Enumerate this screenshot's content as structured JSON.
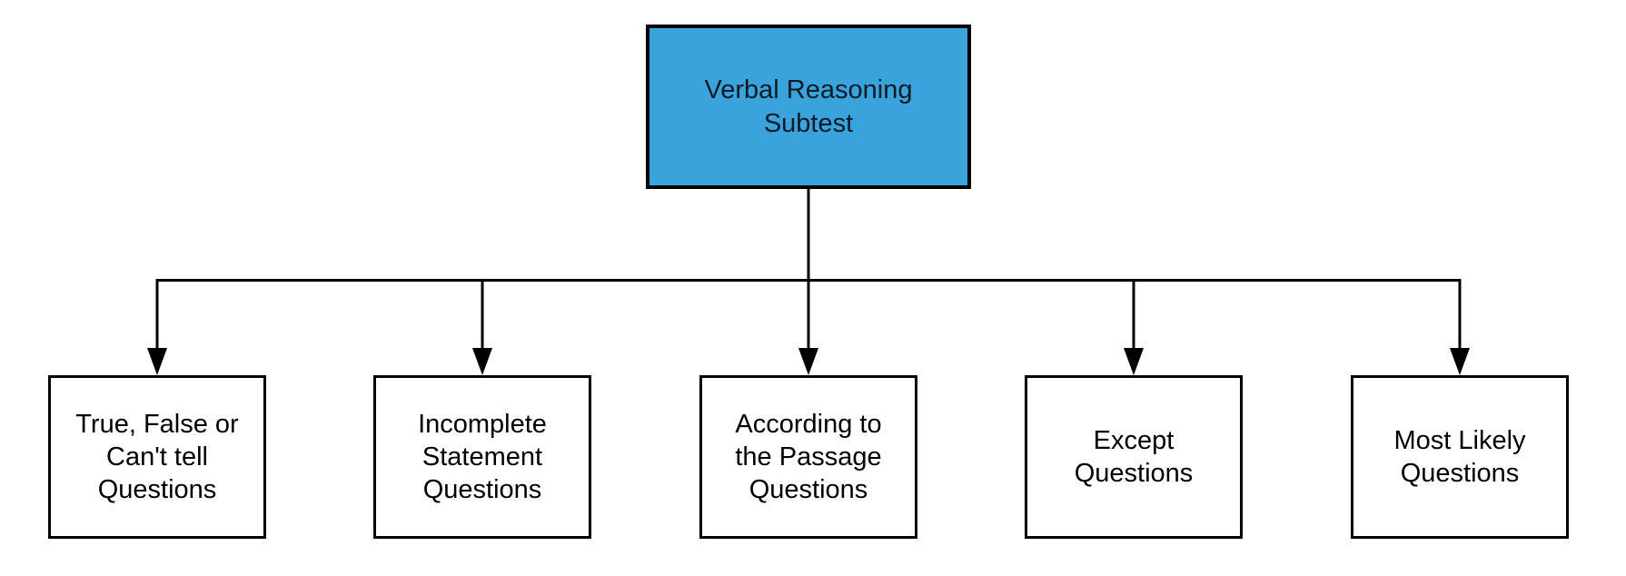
{
  "colors": {
    "background": "#FFFFFF",
    "root_fill": "#3BA3DC",
    "root_border": "#000000",
    "root_text": "#0D1B26",
    "child_fill": "#FFFFFF",
    "child_border": "#000000",
    "child_text": "#000000",
    "connector": "#000000"
  },
  "root_node": {
    "label": "Verbal Reasoning\nSubtest"
  },
  "child_nodes": [
    {
      "label": "True, False or\nCan't tell\nQuestions"
    },
    {
      "label": "Incomplete\nStatement\nQuestions"
    },
    {
      "label": "According to\nthe Passage\nQuestions"
    },
    {
      "label": "Except\nQuestions"
    },
    {
      "label": "Most Likely\nQuestions"
    }
  ]
}
